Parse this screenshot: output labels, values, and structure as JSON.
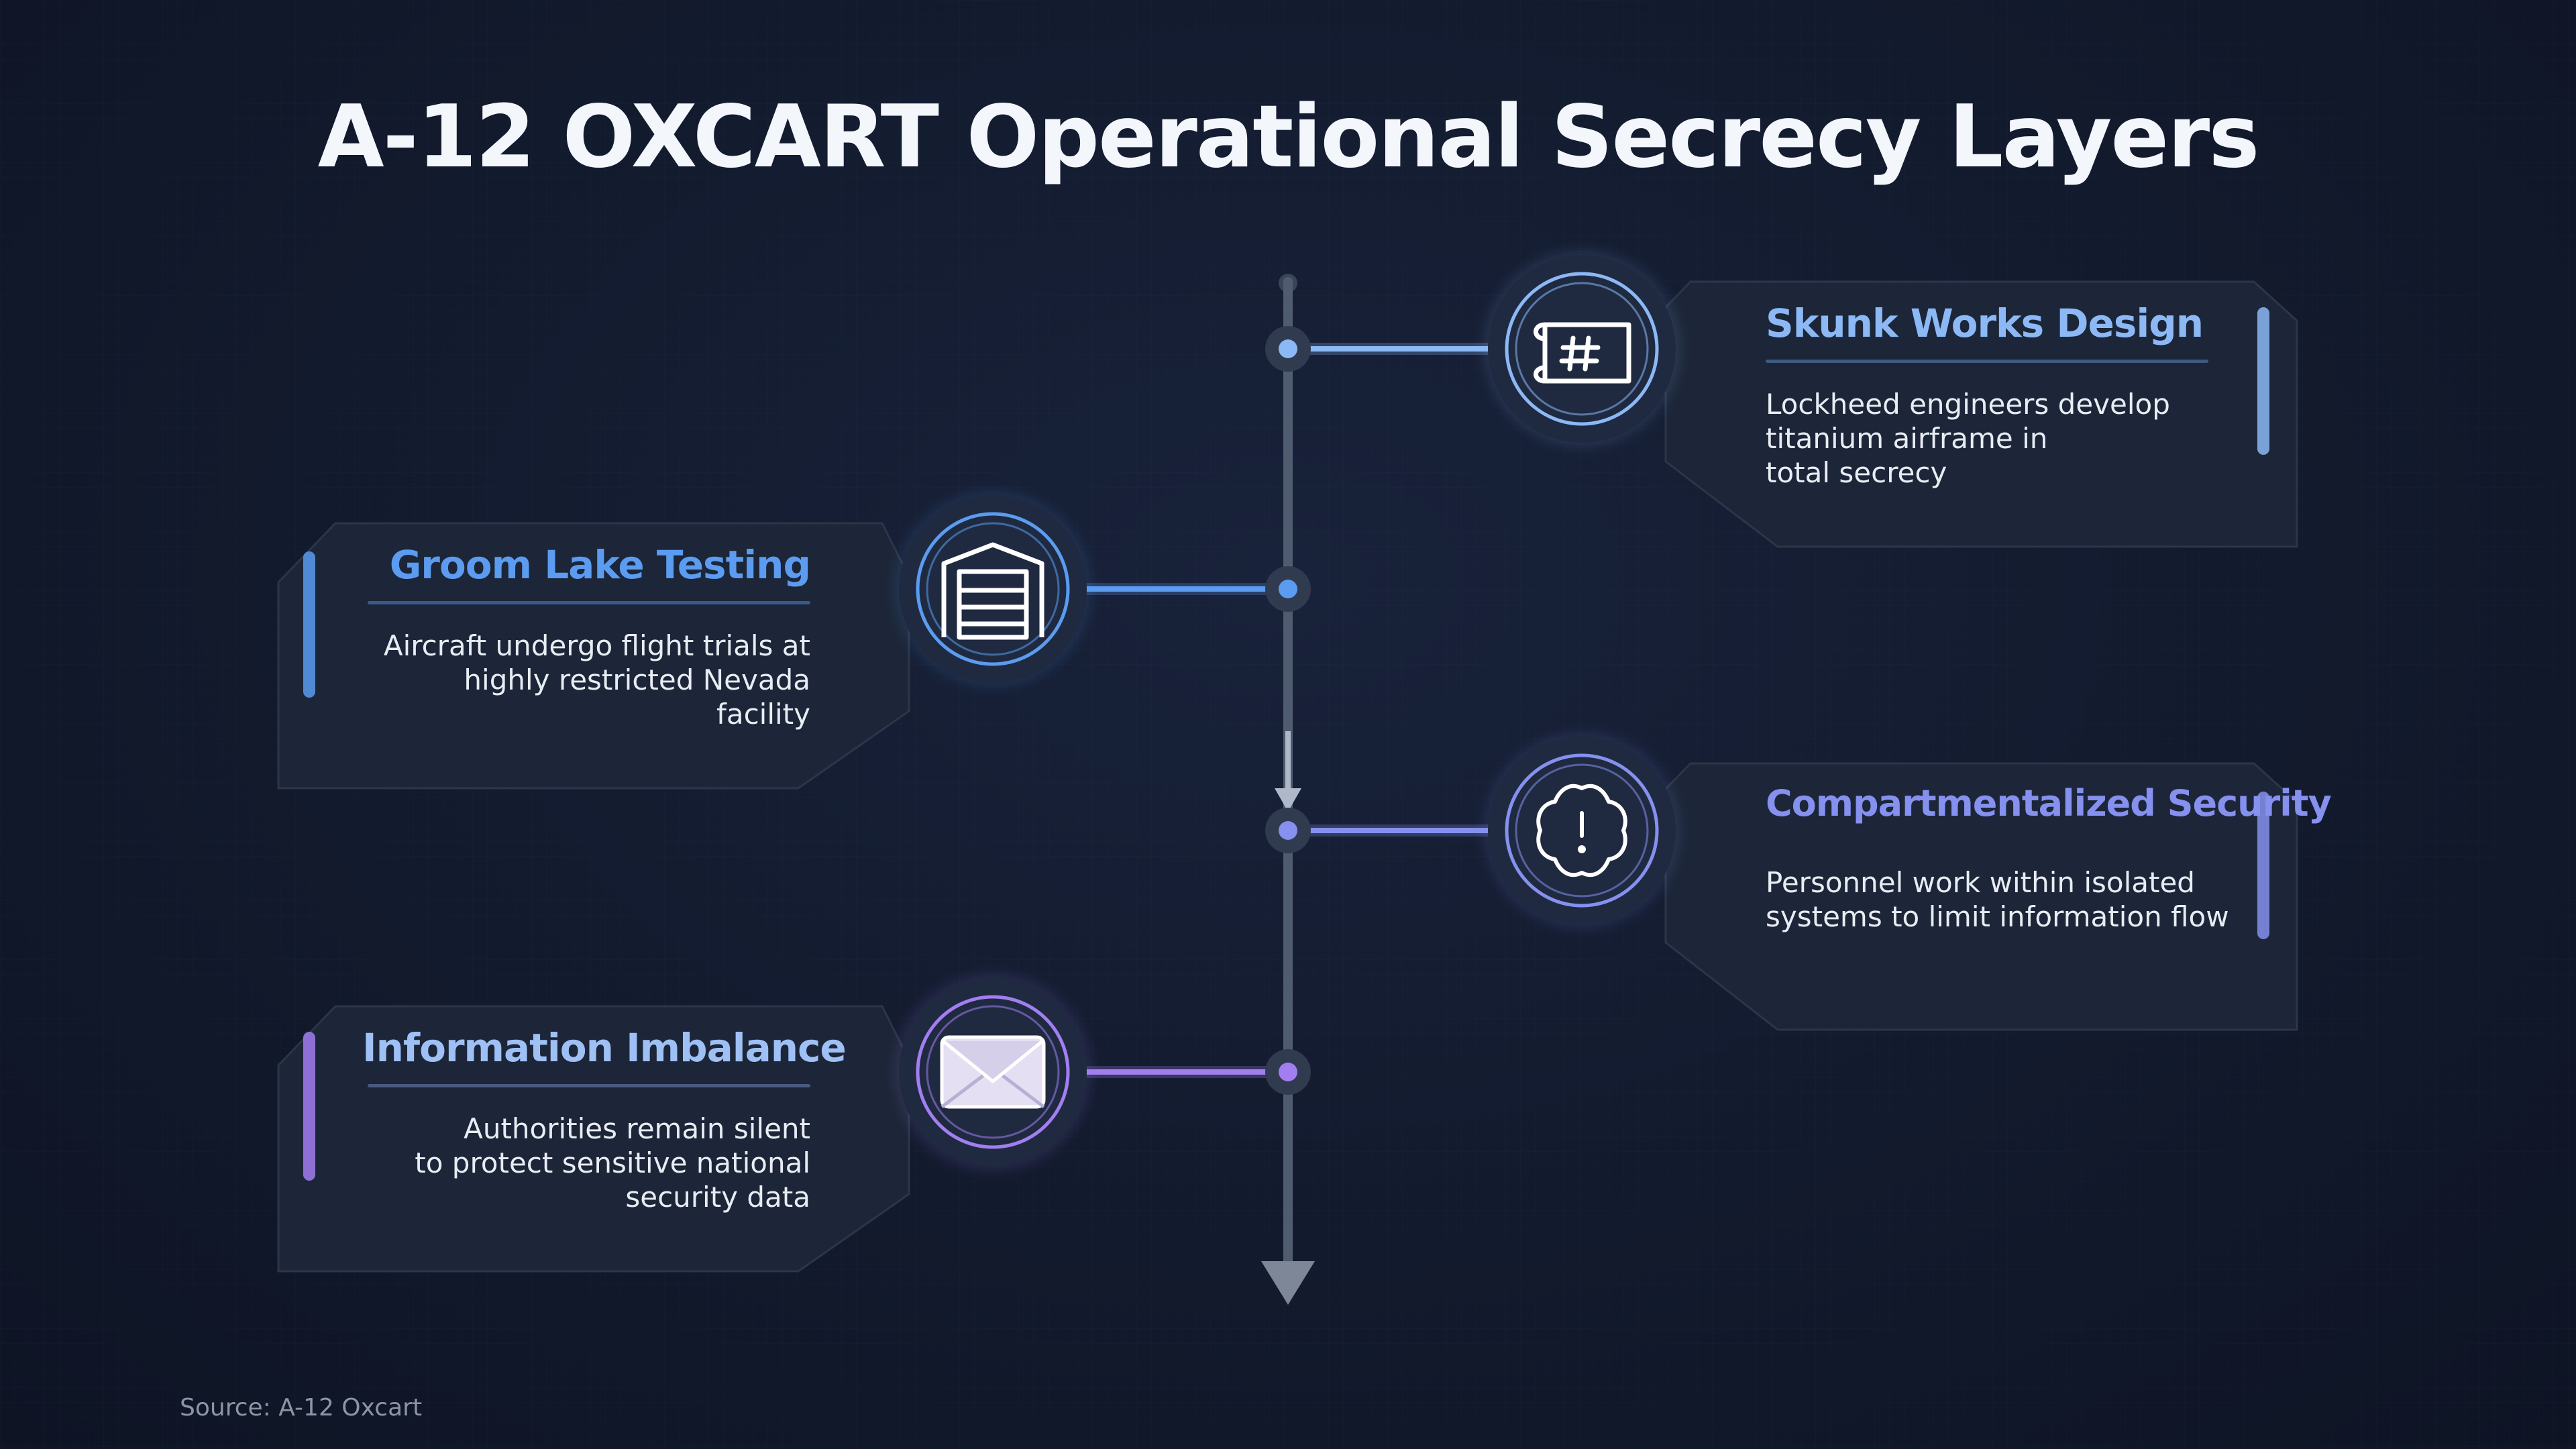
{
  "title": "A-12 OXCART Operational Secrecy Layers",
  "source": "Source: A-12 Oxcart",
  "colors": {
    "background": "#121a2d",
    "card": "#1c2638",
    "timeline": "#4a5568",
    "blue_light": "#8cb8f5",
    "blue": "#5b9cf0",
    "indigo": "#8590ef",
    "violet": "#a27ef0"
  },
  "stages": [
    {
      "title": "Skunk Works Design",
      "description": "Lockheed engineers develop\ntitanium airframe in\ntotal secrecy",
      "icon": "blueprint-icon",
      "side": "right",
      "accent": "#8cb8f5"
    },
    {
      "title": "Groom Lake Testing",
      "description": "Aircraft undergo flight trials at\nhighly restricted Nevada facility",
      "icon": "hangar-icon",
      "side": "left",
      "accent": "#5b9cf0"
    },
    {
      "title": "Compartmentalized Security",
      "description": "Personnel work within isolated\nsystems to limit information flow",
      "icon": "alert-badge-icon",
      "side": "right",
      "accent": "#8590ef"
    },
    {
      "title": "Information Imbalance",
      "description": "Authorities remain silent\nto protect sensitive national\nsecurity data",
      "icon": "envelope-icon",
      "side": "left",
      "accent": "#a27ef0"
    }
  ]
}
